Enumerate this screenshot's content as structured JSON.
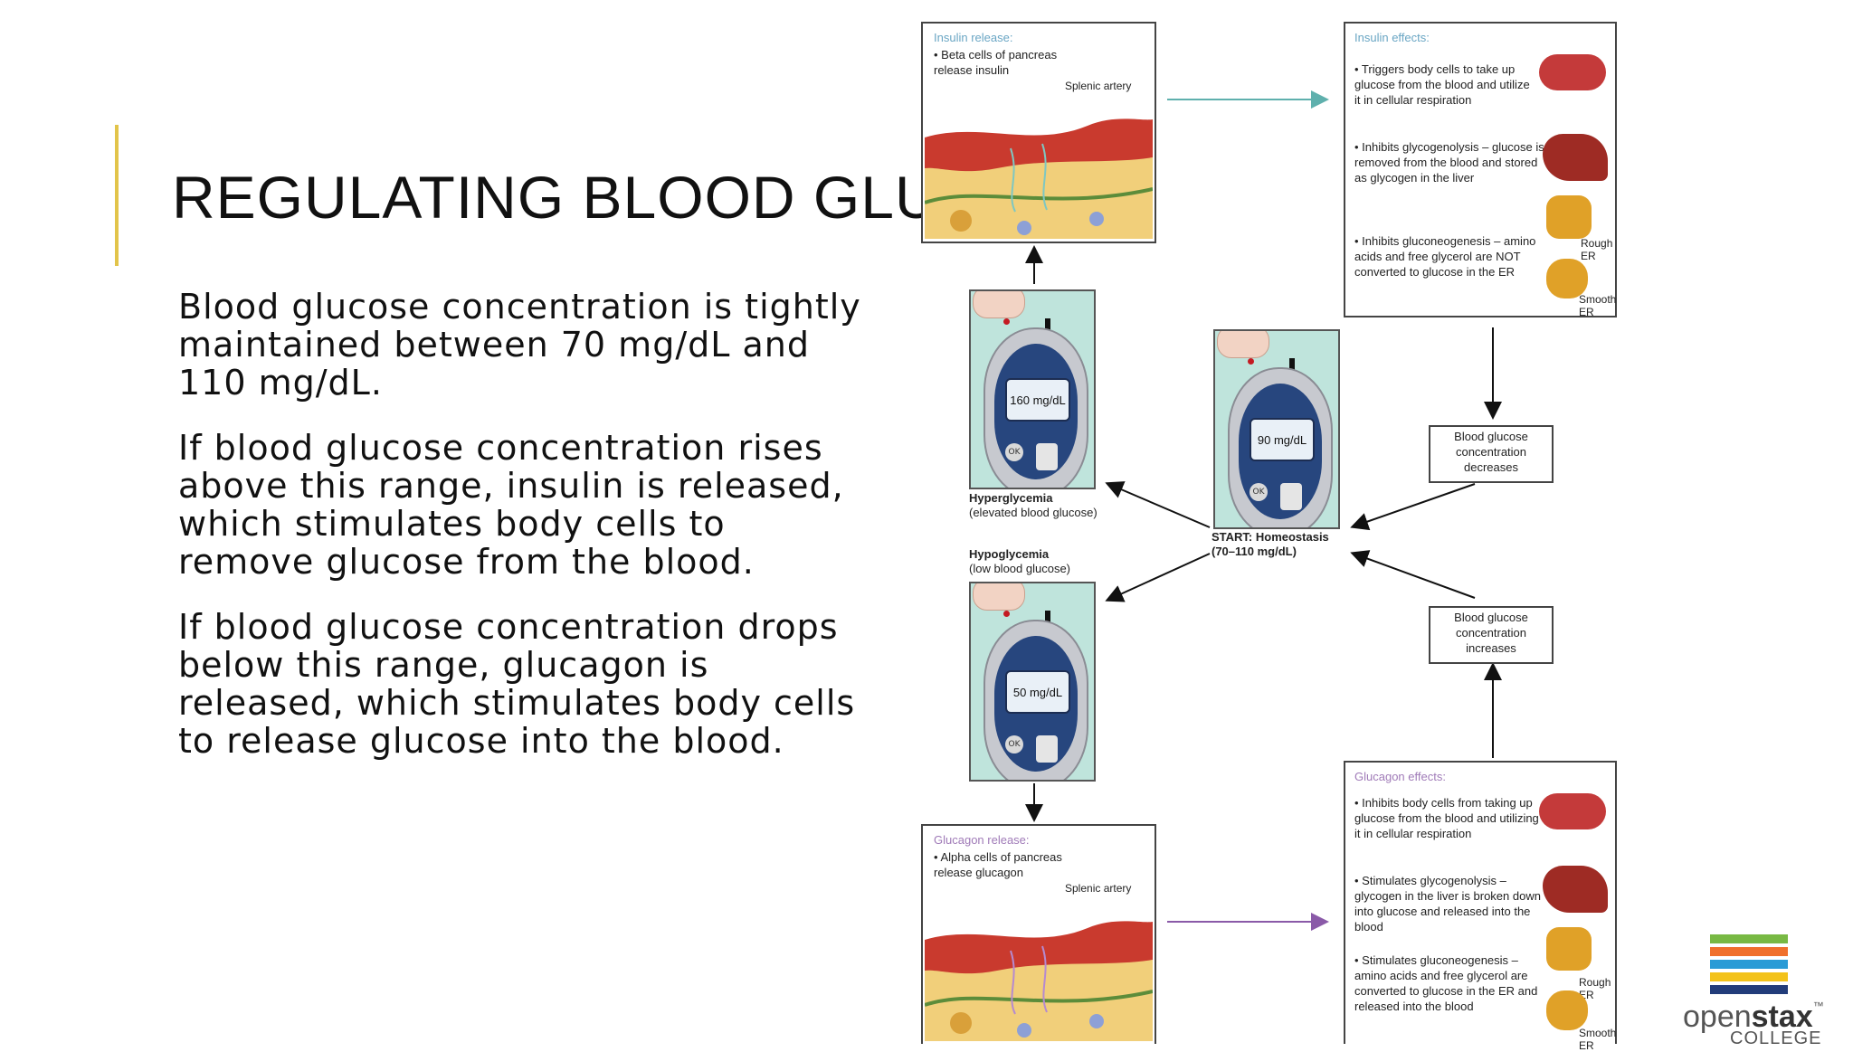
{
  "slide": {
    "title": "REGULATING BLOOD GLUCOSE",
    "paragraphs": [
      "Blood glucose concentration is tightly maintained between 70 mg/dL and 110 mg/dL.",
      "If blood glucose concentration rises above this range, insulin is released, which stimulates body cells to remove glucose from the blood.",
      "If blood glucose concentration drops below this range, glucagon is released, which stimulates body cells to release glucose into the blood."
    ]
  },
  "diagram": {
    "insulin_release": {
      "title": "Insulin release:",
      "text": "• Beta cells of pancreas release insulin",
      "artery": "Splenic artery"
    },
    "insulin_effects": {
      "title": "Insulin effects:",
      "items": [
        "• Triggers body cells to take up glucose from the blood and utilize it in cellular respiration",
        "• Inhibits glycogenolysis – glucose is removed from the blood and stored as glycogen in the liver",
        "• Inhibits gluconeogenesis – amino acids and free glycerol are NOT converted to glucose in the ER"
      ],
      "rough_er": "Rough ER",
      "smooth_er": "Smooth ER"
    },
    "glucagon_release": {
      "title": "Glucagon release:",
      "text": "• Alpha cells of pancreas release glucagon",
      "artery": "Splenic artery"
    },
    "glucagon_effects": {
      "title": "Glucagon effects:",
      "items": [
        "• Inhibits body cells from taking up glucose from the blood and utilizing it in cellular respiration",
        "• Stimulates glycogenolysis – glycogen in the liver is broken down into glucose and released into the blood",
        "• Stimulates gluconeogenesis – amino acids and free glycerol are converted to glucose in the ER and released into the blood"
      ],
      "rough_er": "Rough ER",
      "smooth_er": "Smooth ER"
    },
    "meters": {
      "hyper": {
        "reading": "160 mg/dL",
        "label": "Hyperglycemia",
        "sub": "(elevated blood glucose)"
      },
      "homeo": {
        "reading": "90 mg/dL",
        "label": "START: Homeostasis",
        "sub": "(70–110 mg/dL)"
      },
      "hypo": {
        "reading": "50 mg/dL",
        "label": "Hypoglycemia",
        "sub": "(low blood glucose)"
      },
      "ok": "OK"
    },
    "decreases": "Blood glucose concentration decreases",
    "increases": "Blood glucose concentration increases"
  },
  "logo": {
    "word_open": "open",
    "word_stax": "stax",
    "tm": "™",
    "college": "COLLEGE"
  },
  "colors": {
    "accent": "#e2c44a",
    "insulin_arrow": "#5fb0ad",
    "glucagon_arrow": "#8a5aa8",
    "panel_title": "#6aa6c4"
  }
}
